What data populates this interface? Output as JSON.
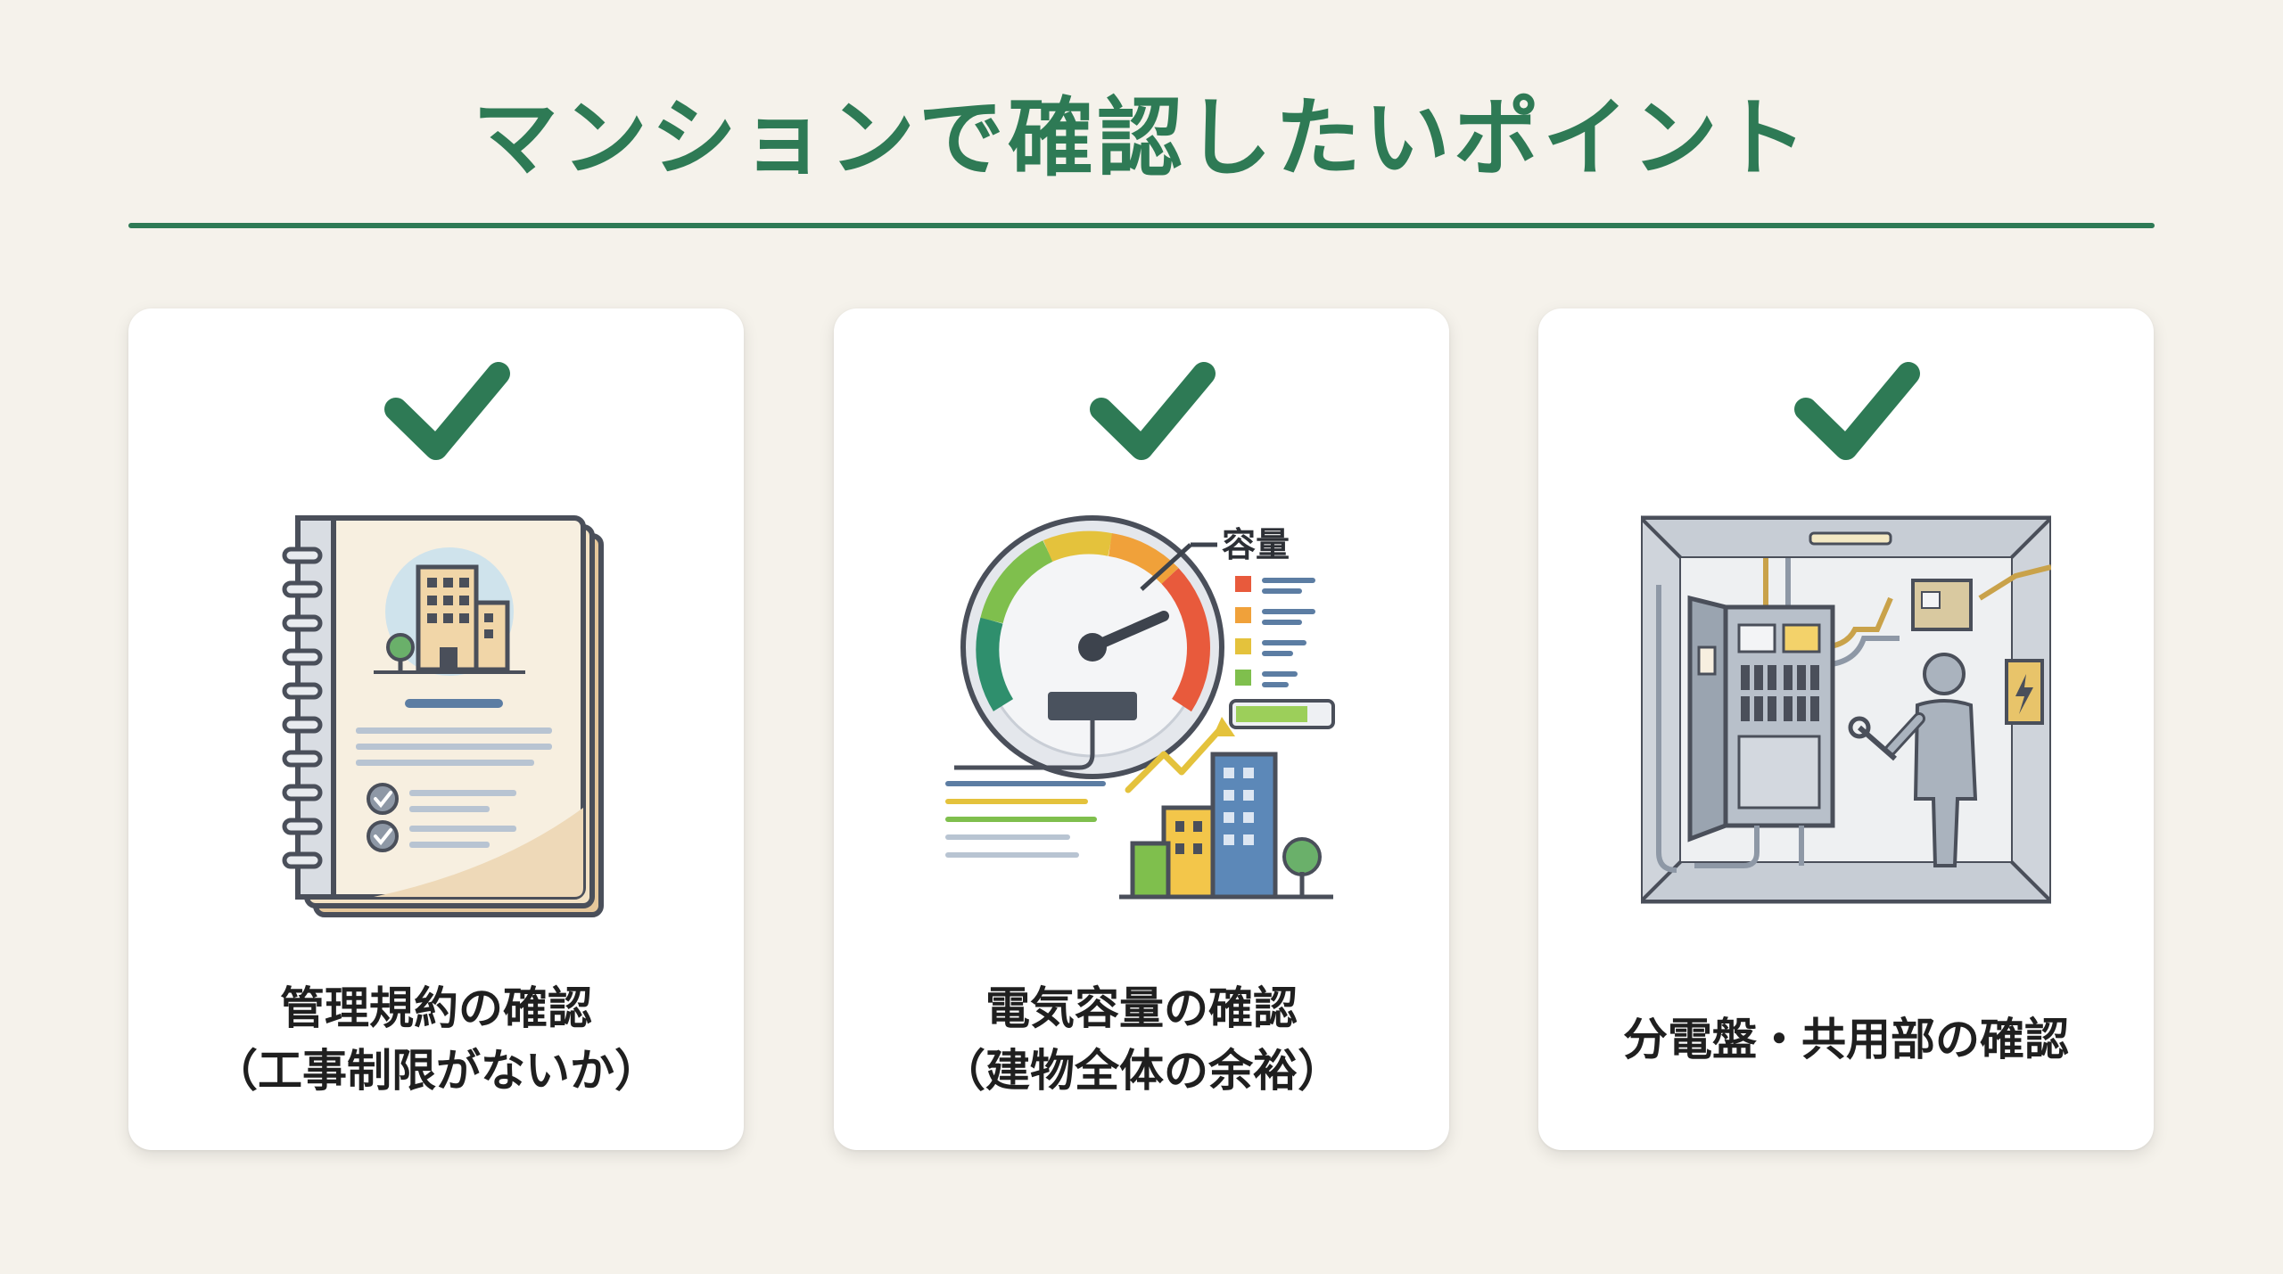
{
  "page": {
    "title": "マンションで確認したいポイント",
    "accent_color": "#2e7a55",
    "background_color": "#f5f2eb"
  },
  "cards": [
    {
      "icon": "check-icon",
      "illustration": "spiral-notebook-building-illustration",
      "label_lines": [
        "管理規約の確認",
        "（工事制限がないか）"
      ]
    },
    {
      "icon": "check-icon",
      "illustration": "capacity-gauge-building-illustration",
      "illustration_text": "容量",
      "label_lines": [
        "電気容量の確認",
        "（建物全体の余裕）"
      ]
    },
    {
      "icon": "check-icon",
      "illustration": "distribution-board-worker-illustration",
      "label_lines": [
        "分電盤・共用部の確認"
      ]
    }
  ]
}
